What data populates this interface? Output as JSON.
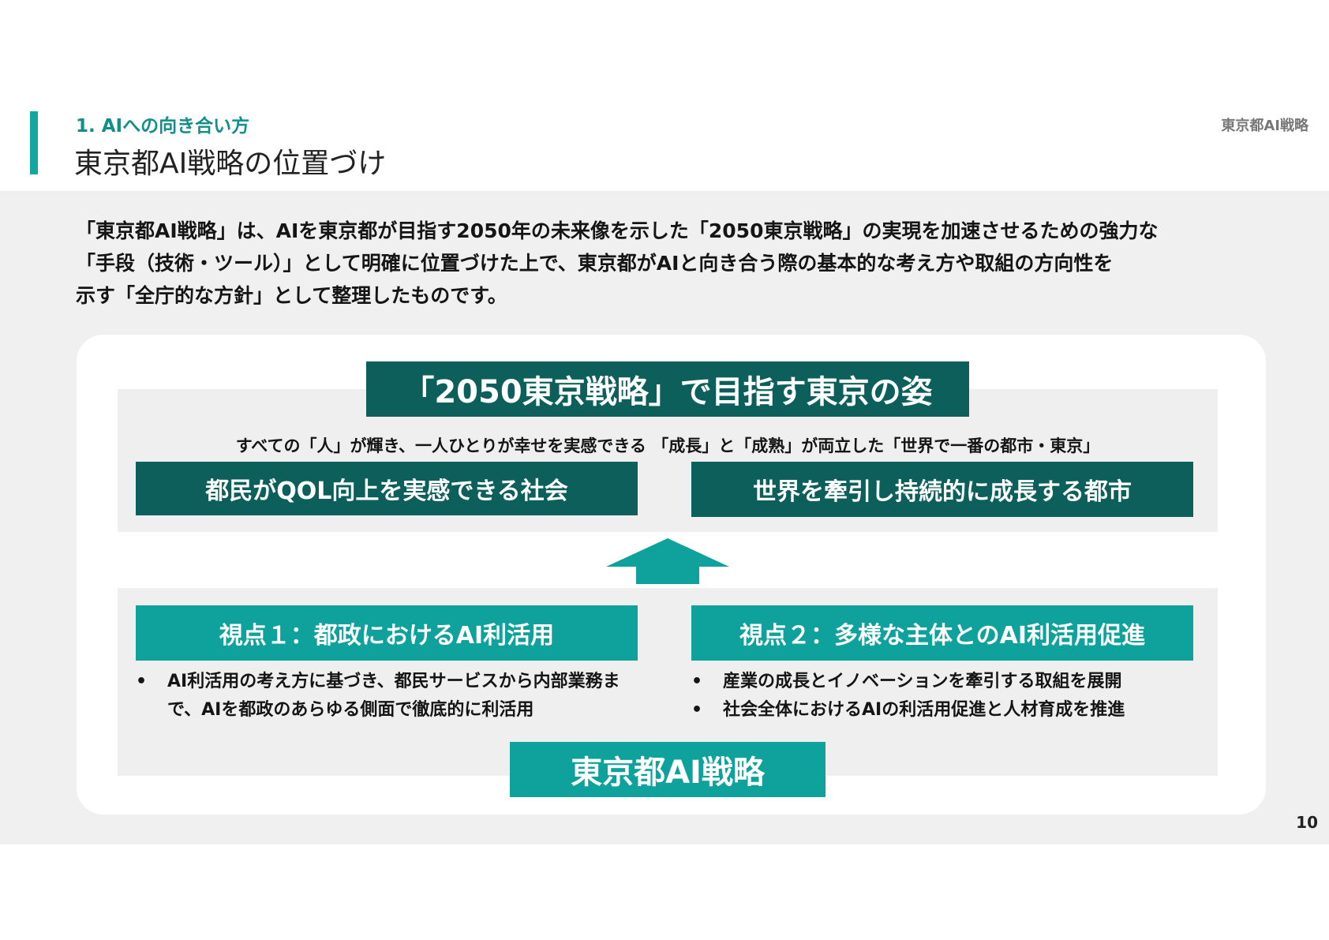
{
  "header": {
    "section": "1. AIへの向き合い方",
    "title": "東京都AI戦略の位置づけ",
    "doc_tag": "東京都AI戦略"
  },
  "intro": {
    "lines": [
      "「東京都AI戦略」は、AIを東京都が目指す2050年の未来像を示した「2050東京戦略」の実現を加速させるための強力な",
      "「手段（技術・ツール）」として明確に位置づけた上で、東京都がAIと向き合う際の基本的な考え方や取組の方向性を",
      "示す「全庁的な方針」として整理したものです。"
    ]
  },
  "diagram": {
    "vision_title": "「2050東京戦略」で目指す東京の姿",
    "tagline": "すべての「人」が輝き、一人ひとりが幸せを実感できる 「成長」と「成熟」が両立した「世界で一番の都市・東京」",
    "goal_left": "都民がQOL向上を実感できる社会",
    "goal_right": "世界を牽引し持続的に成長する都市",
    "viewpoint_left": {
      "title": "視点１：都政におけるAI利活用",
      "bullet": "AI利活用の考え方に基づき、都民サービスから内部業務まで、AIを都政のあらゆる側面で徹底的に利活用"
    },
    "viewpoint_right": {
      "title": "視点２：多様な主体とのAI利活用促進",
      "bullets": [
        "産業の成長とイノベーションを牽引する取組を展開",
        "社会全体におけるAIの利活用促進と人材育成を推進"
      ]
    },
    "strategy_title": "東京都AI戦略",
    "bullet_char": "•"
  },
  "footer": {
    "page_number": "10"
  },
  "colors": {
    "teal_dark": "#0d5f5b",
    "teal": "#0fa19b",
    "accent": "#14a7a0",
    "panel_bg": "#efefef"
  }
}
